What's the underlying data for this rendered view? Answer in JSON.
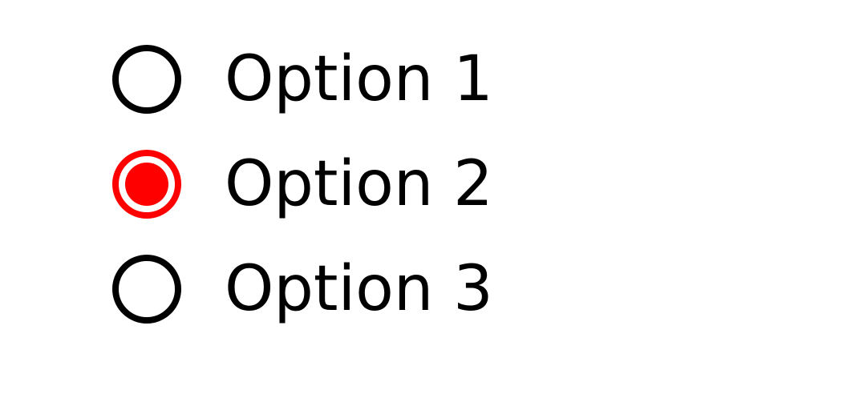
{
  "radio_group": {
    "options": [
      {
        "label": "Option 1",
        "checked": false
      },
      {
        "label": "Option 2",
        "checked": true
      },
      {
        "label": "Option 3",
        "checked": false
      }
    ],
    "colors": {
      "checked": "#ff0000",
      "unchecked": "#000000"
    }
  }
}
